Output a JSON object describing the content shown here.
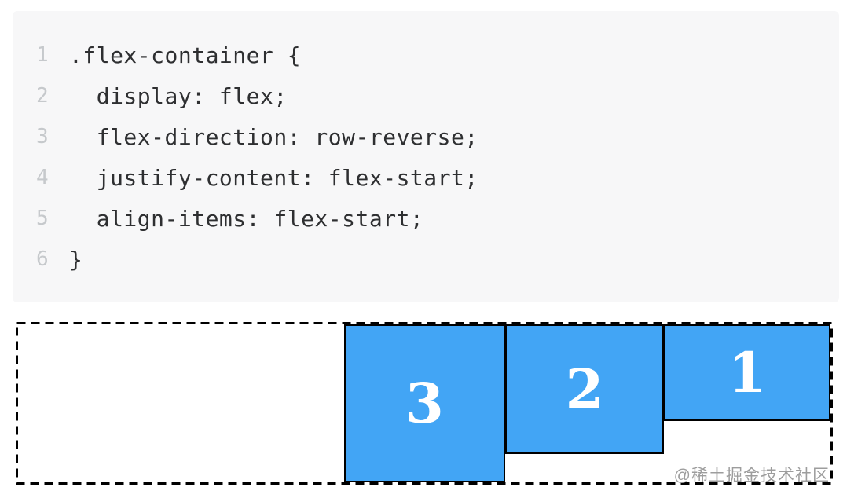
{
  "code_block": {
    "language": "css",
    "lines": [
      {
        "number": "1",
        "code": ".flex-container {"
      },
      {
        "number": "2",
        "code": "  display: flex;"
      },
      {
        "number": "3",
        "code": "  flex-direction: row-reverse;"
      },
      {
        "number": "4",
        "code": "  justify-content: flex-start;"
      },
      {
        "number": "5",
        "code": "  align-items: flex-start;"
      },
      {
        "number": "6",
        "code": "}"
      }
    ],
    "background_color": "#f7f7f8",
    "text_color": "#2e2f31",
    "line_number_color": "#c6c9cc"
  },
  "demo": {
    "items": [
      {
        "label": "1"
      },
      {
        "label": "2"
      },
      {
        "label": "3"
      }
    ],
    "item_fill_color": "#42a5f5",
    "item_border_color": "#000000",
    "container_border_style": "dashed",
    "container_border_color": "#000000"
  },
  "watermark": {
    "text": "@稀土掘金技术社区",
    "color": "#9d9d9d"
  }
}
